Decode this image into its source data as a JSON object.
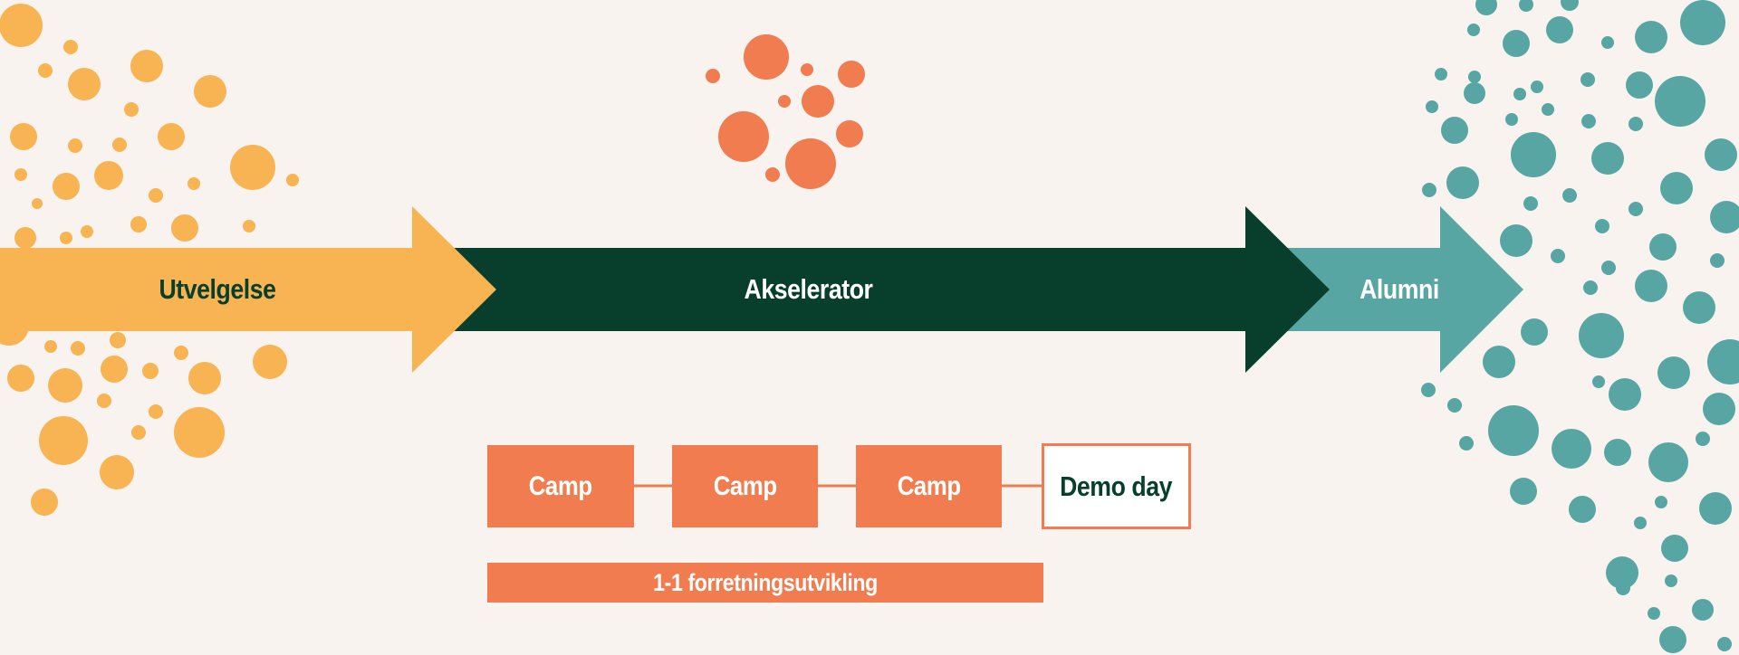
{
  "colors": {
    "background": "#f8f3ef",
    "yellow": "#f8b352",
    "dark_green": "#073f2c",
    "teal": "#58a6a4",
    "orange": "#f07c4f",
    "white": "#ffffff"
  },
  "arrows": {
    "selection": "Utvelgelse",
    "accelerator": "Akselerator",
    "alumni": "Alumni"
  },
  "steps": [
    "Camp",
    "Camp",
    "Camp",
    "Demo day"
  ],
  "business_development": "1-1 forretningsutvikling"
}
